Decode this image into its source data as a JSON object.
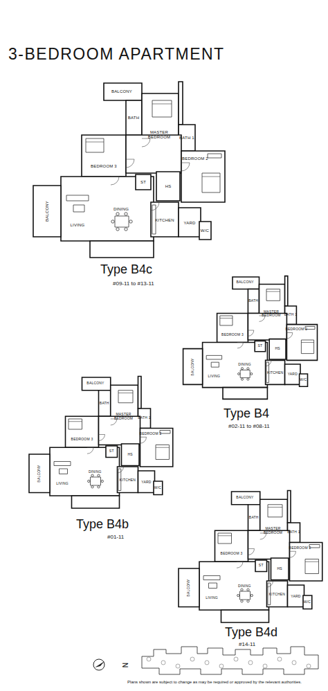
{
  "diagram": {
    "title": "3-BEDROOM APARTMENT",
    "labels": [
      "BALCONY",
      "MASTER BEDROOM",
      "BATH",
      "BATH 1",
      "BEDROOM 3",
      "BEDROOM 2",
      "ST",
      "HS",
      "DINING",
      "LIVING",
      "BALCONY",
      "KITCHEN",
      "YARD",
      "W/C",
      "Type B4c",
      "#09-11 to #13-11",
      "BALCONY",
      "MASTER BEDROOM",
      "BATH",
      "BATH 1",
      "BEDROOM 3",
      "BEDROOM 2",
      "ST",
      "HS",
      "DINING",
      "LIVING",
      "BALCONY",
      "KITCHEN",
      "YARD",
      "W/C",
      "Type B4",
      "#02-11 to #08-11",
      "BALCONY",
      "MASTER BEDROOM",
      "BATH",
      "BATH 1",
      "BEDROOM 3",
      "BEDROOM 2",
      "ST",
      "HS",
      "DINING",
      "LIVING",
      "BALCONY",
      "KITCHEN",
      "YARD",
      "W/C",
      "Type B4b",
      "#01-11",
      "BALCONY",
      "MASTER BEDROOM",
      "BATH",
      "BATH 1",
      "BEDROOM 3",
      "BEDROOM 2",
      "ST",
      "HS",
      "DINING",
      "LIVING",
      "BALCONY",
      "KITCHEN",
      "YARD",
      "W/C",
      "Type B4d",
      "#14-11",
      "N",
      "Plans shown are subject to change as may be required or approved by the relevant authorities."
    ]
  }
}
